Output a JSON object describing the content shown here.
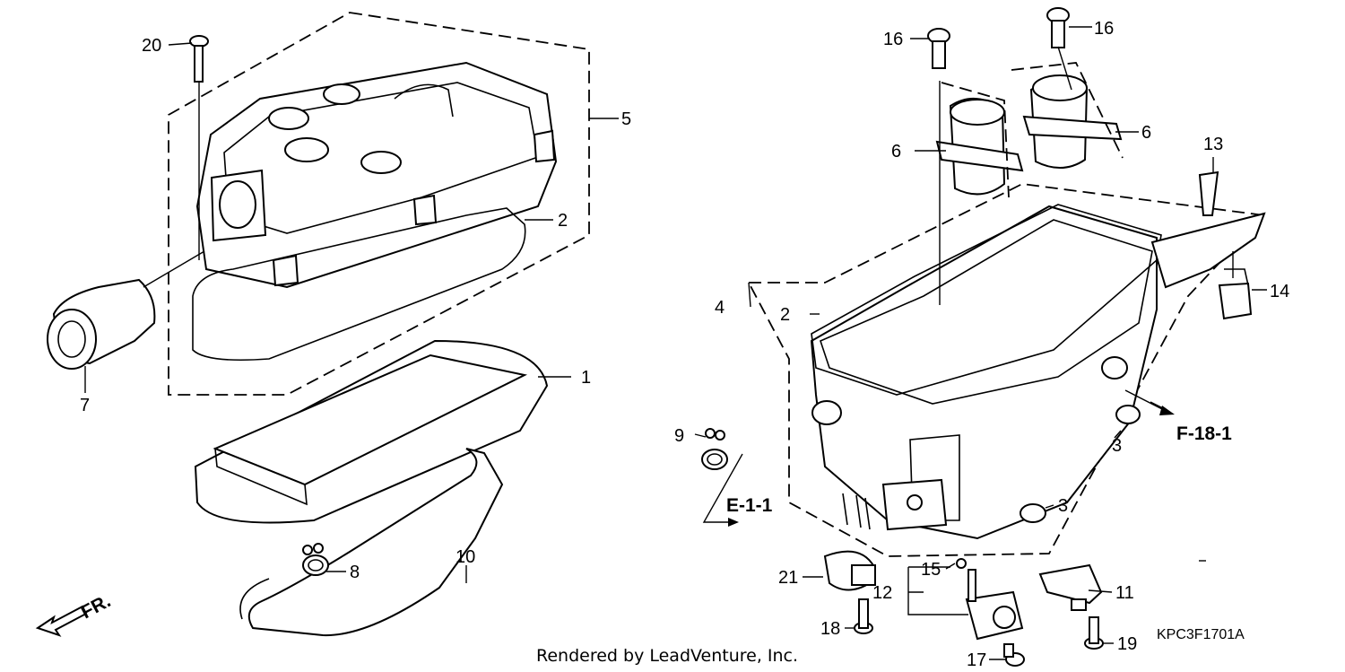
{
  "callouts": {
    "c1": "1",
    "c2a": "2",
    "c2b": "2",
    "c3a": "3",
    "c3b": "3",
    "c4": "4",
    "c5": "5",
    "c6a": "6",
    "c6b": "6",
    "c7": "7",
    "c8": "8",
    "c9": "9",
    "c10": "10",
    "c11": "11",
    "c12": "12",
    "c13": "13",
    "c14": "14",
    "c15": "15",
    "c16a": "16",
    "c16b": "16",
    "c17": "17",
    "c18": "18",
    "c19": "19",
    "c20": "20",
    "c21": "21"
  },
  "references": {
    "e11": "E-1-1",
    "f181": "F-18-1",
    "front": "FR."
  },
  "footer": {
    "credit": "Rendered by LeadVenture, Inc.",
    "code": "KPC3F1701A"
  }
}
